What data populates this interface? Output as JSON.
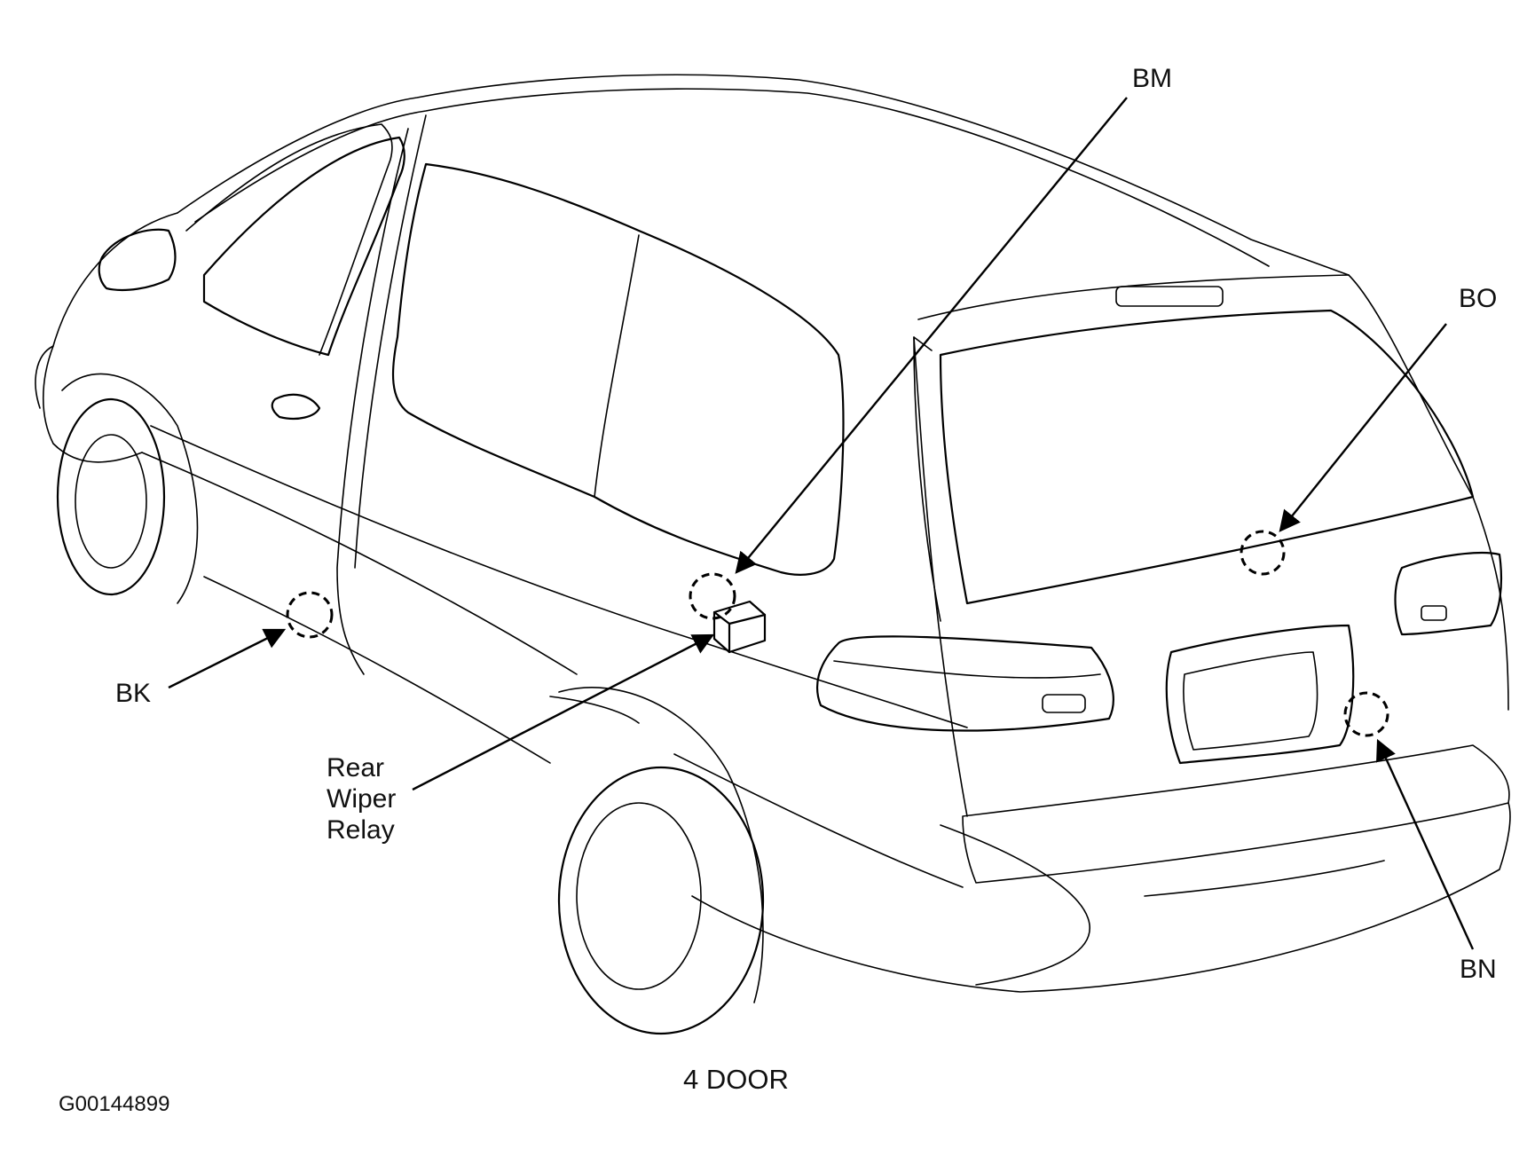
{
  "diagram": {
    "caption": "4 DOOR",
    "figure_id": "G00144899",
    "callouts": [
      {
        "id": "BM",
        "label": "BM"
      },
      {
        "id": "BO",
        "label": "BO"
      },
      {
        "id": "BK",
        "label": "BK"
      },
      {
        "id": "BN",
        "label": "BN"
      }
    ],
    "relay_label": [
      "Rear",
      "Wiper",
      "Relay"
    ]
  }
}
